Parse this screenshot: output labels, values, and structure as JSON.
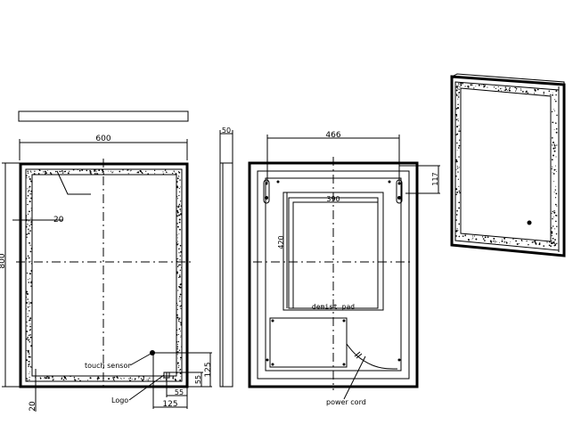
{
  "dimensions": {
    "front_width": "600",
    "front_height": "800",
    "frame_side": "20",
    "frame_bottom": "20",
    "side_depth": "50",
    "sensor_offset_h": "125",
    "sensor_offset_v": "125",
    "logo_gap_h": "55",
    "logo_gap_v": "55",
    "bracket_spacing": "466",
    "bracket_top": "117",
    "pad_width": "390",
    "pad_height": "420"
  },
  "callouts": {
    "touch_sensor": "touch sensor",
    "logo": "Logo",
    "demist_pad": "demist pad",
    "power_cord": "power cord"
  },
  "colors": {
    "line": "#000000",
    "background": "#ffffff"
  }
}
